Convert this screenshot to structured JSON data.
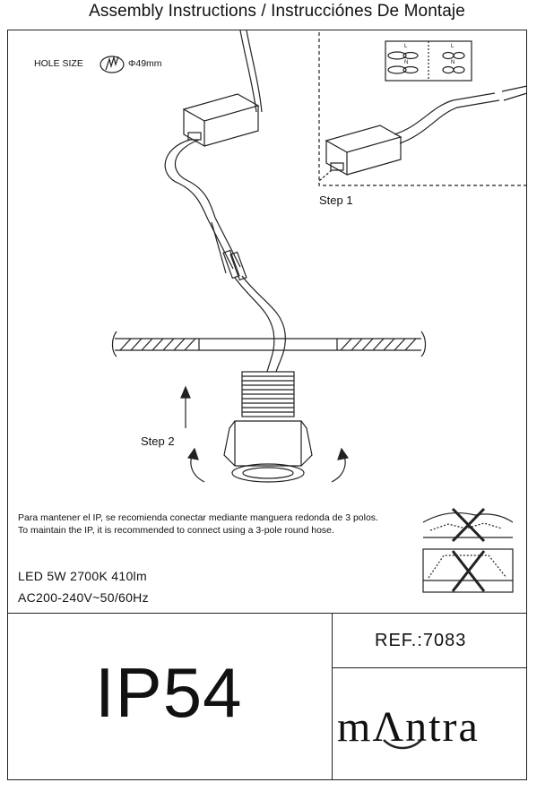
{
  "header": {
    "title": "Assembly Instructions / Instrucciónes De Montaje"
  },
  "hole_size": {
    "label": "HOLE SIZE",
    "value": "Φ49mm",
    "icon": "hole-saw-icon"
  },
  "steps": {
    "step1": "Step 1",
    "step2": "Step 2"
  },
  "wiring_labels": {
    "live": "L",
    "neutral": "N"
  },
  "notes": {
    "es": "Para mantener el IP, se recomienda conectar mediante manguera redonda de 3 polos.",
    "en": "To maintain the IP, it is recommended to connect using a 3-pole round hose."
  },
  "specs": {
    "line1": "LED 5W 2700K 410lm",
    "line2": "AC200-240V~50/60Hz"
  },
  "rating": {
    "ip": "IP54"
  },
  "reference": {
    "ref": "REF.:7083"
  },
  "brand": {
    "logo_text": "mΛntra",
    "icon": "mantra-logo"
  },
  "colors": {
    "line": "#222222",
    "background": "#ffffff"
  }
}
